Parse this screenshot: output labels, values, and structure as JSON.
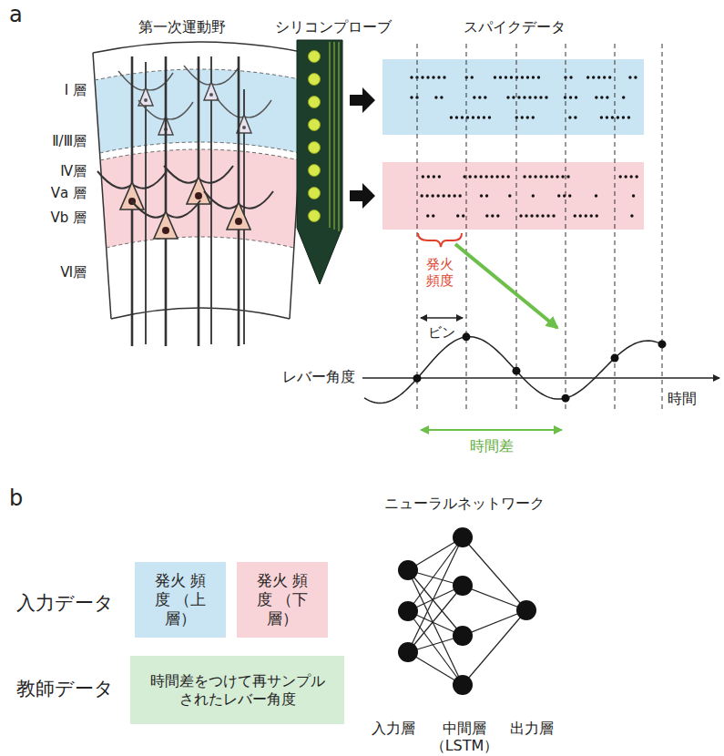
{
  "diagram": {
    "nodes": [
      {
        "text": [
          "発火 頻度 （上層）"
        ]
      },
      {
        "text": [
          "発火 頻度 （下層）"
        ]
      },
      {
        "text": [
          "時間差をつけて再サンプル されたレバー角度"
        ]
      }
    ],
    "labels": [
      "a",
      "第一次運動野",
      "シリコンプローブ",
      "スパイクデータ",
      "Ⅰ 層",
      "Ⅱ/Ⅲ層",
      "Ⅳ層",
      "Ⅴa 層",
      "Ⅴb 層",
      "Ⅵ層",
      "発火 頻度",
      "ビン",
      "レバー角度",
      "時間",
      "時間差",
      "b",
      "入力データ",
      "教師データ",
      "ニューラルネットワーク",
      "入力層",
      "中間層 （LSTM）",
      "出力層"
    ]
  }
}
